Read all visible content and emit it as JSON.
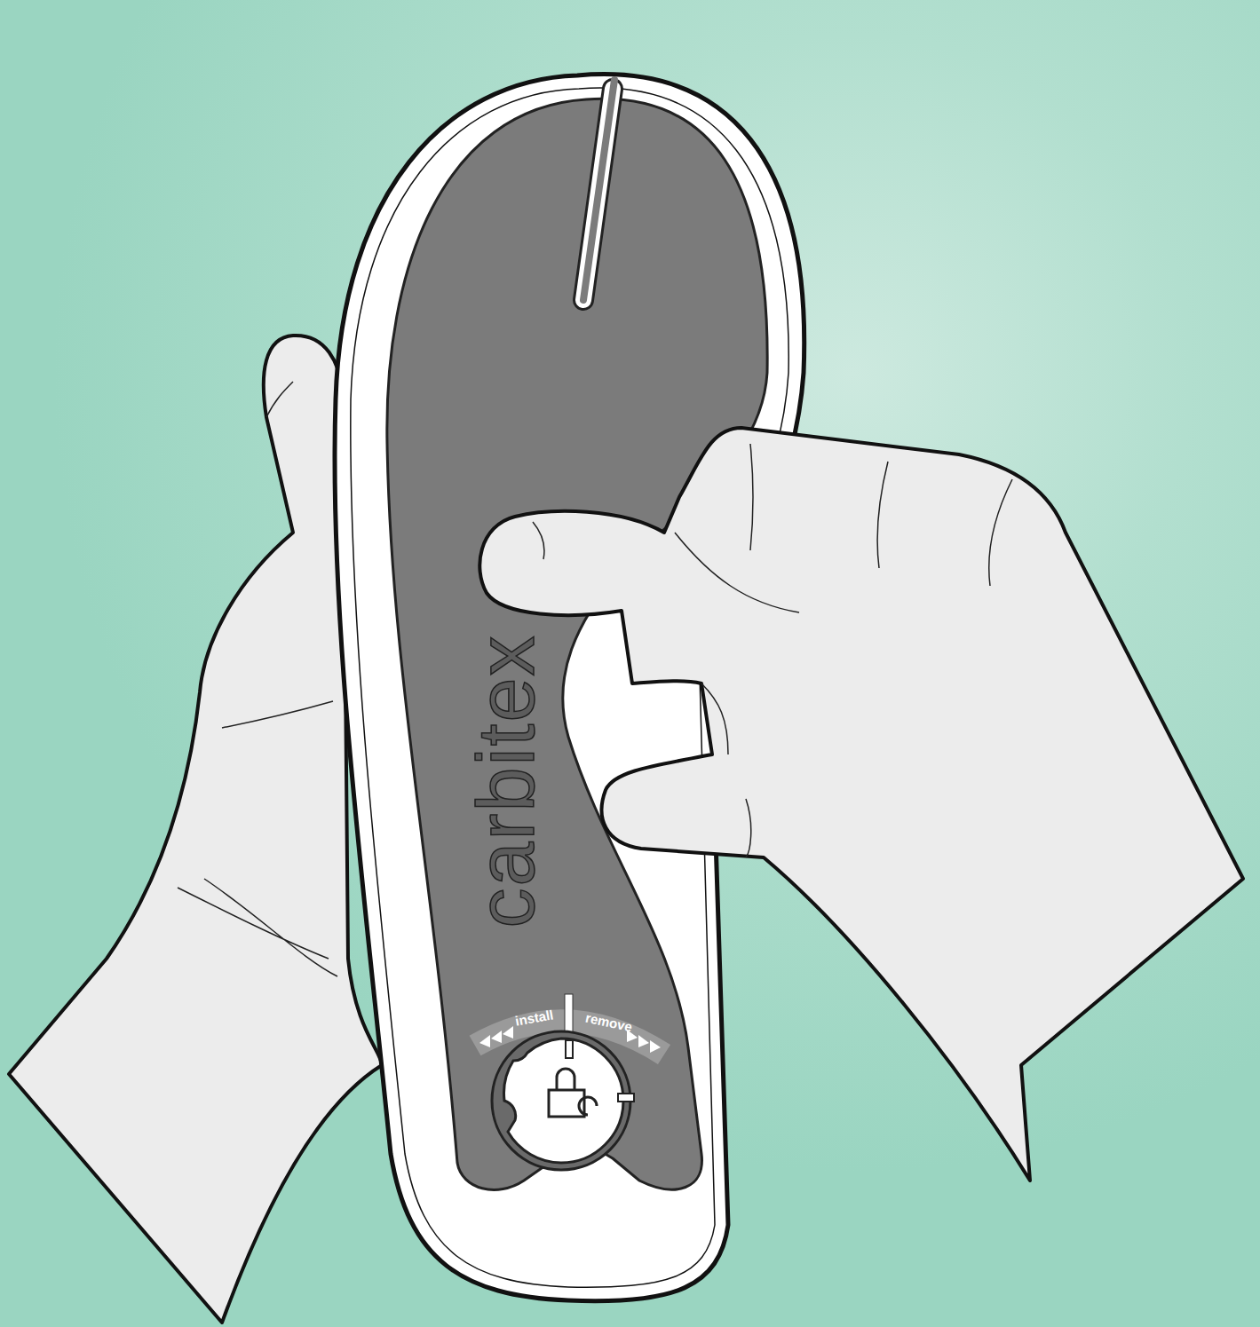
{
  "diagram": {
    "labels": [
      "carbitex",
      "install",
      "remove"
    ]
  }
}
